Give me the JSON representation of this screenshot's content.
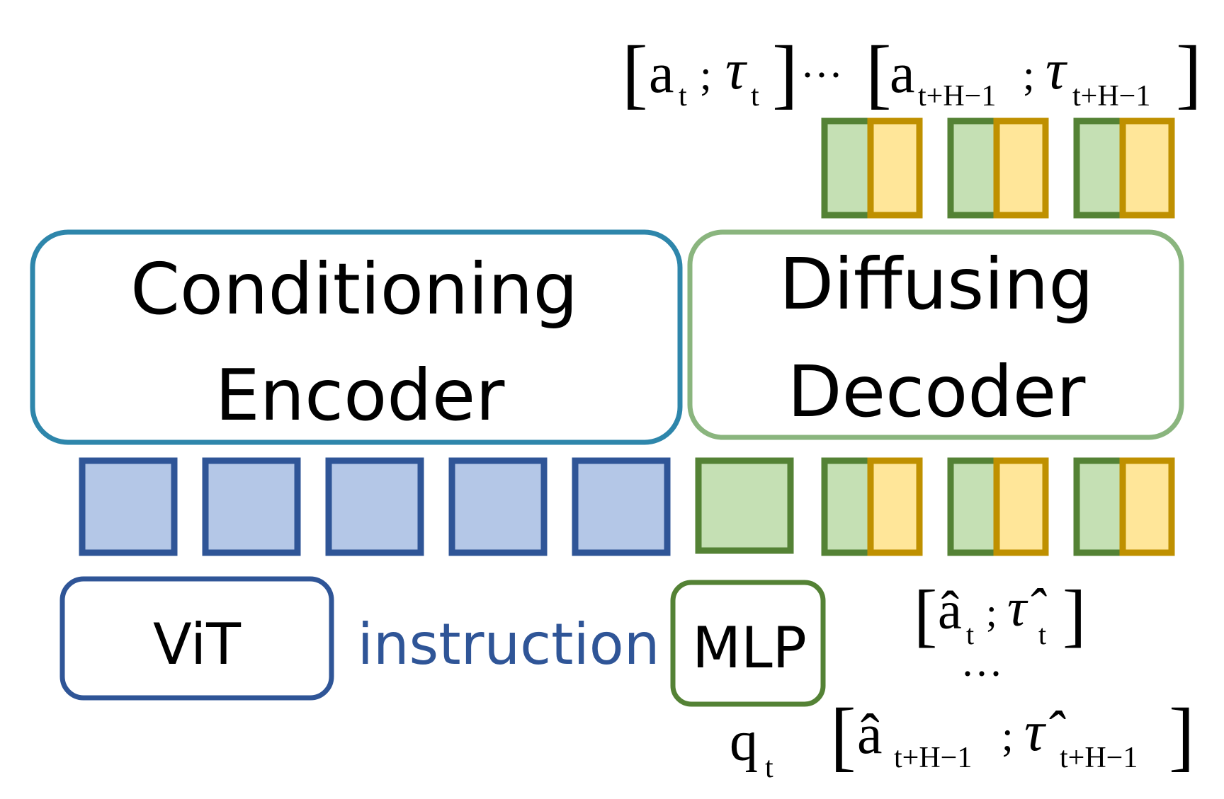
{
  "colors": {
    "encoder_border": "#2e86ab",
    "decoder_border": "#8ab57e",
    "vision_token_fill": "#b4c7e7",
    "vision_token_border": "#2f5597",
    "action_fill": "#c5e0b4",
    "action_border": "#548235",
    "timing_fill": "#ffe699",
    "timing_border": "#bf9000",
    "instruction_text": "#2f5597",
    "action_text": "#218a21",
    "timing_text": "#b8960c",
    "black": "#000000"
  },
  "blocks": {
    "encoder_line1": "Conditioning",
    "encoder_line2": "Encoder",
    "decoder_line1": "Diffusing",
    "decoder_line2": "Decoder",
    "vit": "ViT",
    "instruction": "instruction",
    "mlp": "MLP"
  },
  "labels": {
    "top": {
      "open": "[",
      "close": "]",
      "sep": ";",
      "ellipsis": "···",
      "a": "a",
      "tau": "τ",
      "sub_t": "t",
      "sub_tH": "t+H−1"
    },
    "pred": {
      "open": "[",
      "close": "]",
      "sep": ";",
      "ellipsis": "···",
      "a_hat": "â",
      "tau_hat": "τ̂",
      "sub_t": "t",
      "sub_tH": "t+H−1"
    },
    "q": {
      "q": "q",
      "sub_t": "t"
    }
  }
}
